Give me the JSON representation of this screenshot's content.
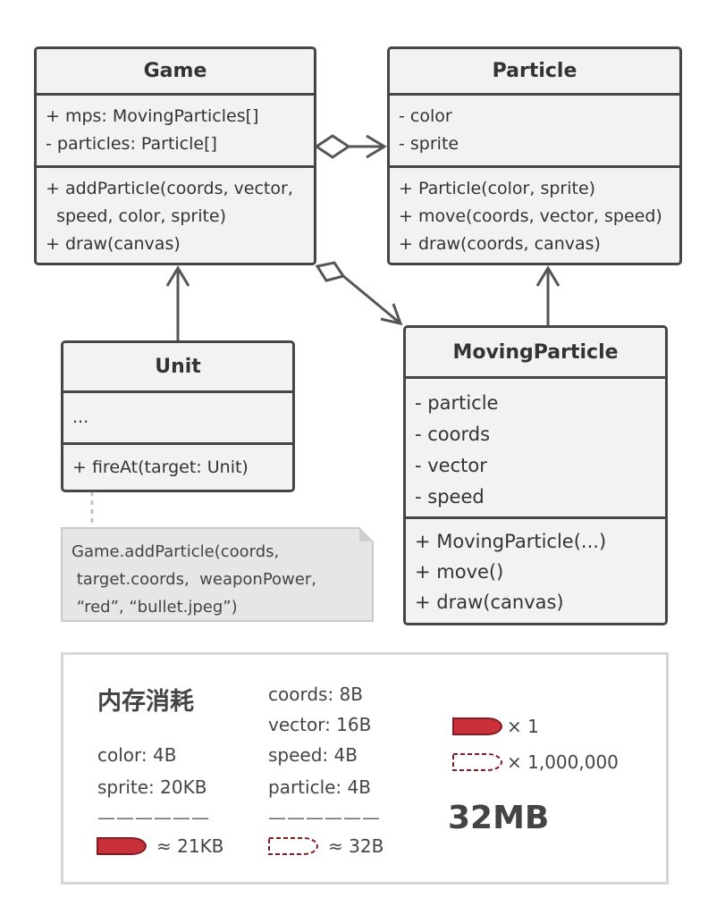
{
  "classes": {
    "game": {
      "name": "Game",
      "fields": [
        "+ mps: MovingParticles[]",
        "- particles: Particle[]"
      ],
      "methods": [
        "+ addParticle(coords, vector,",
        "  speed, color, sprite)",
        "+ draw(canvas)"
      ]
    },
    "particle": {
      "name": "Particle",
      "fields": [
        "- color",
        "- sprite"
      ],
      "methods": [
        "+ Particle(color, sprite)",
        "+ move(coords, vector, speed)",
        "+ draw(coords, canvas)"
      ]
    },
    "unit": {
      "name": "Unit",
      "fields": [
        "..."
      ],
      "methods": [
        "+ fireAt(target: Unit)"
      ]
    },
    "moving_particle": {
      "name": "MovingParticle",
      "fields": [
        "- particle",
        "- coords",
        "- vector",
        "- speed"
      ],
      "methods": [
        "+ MovingParticle(...)",
        "+ move()",
        "+ draw(canvas)"
      ]
    }
  },
  "note": {
    "lines": [
      "Game.addParticle(coords,",
      " target.coords,  weaponPower,",
      " “red”, “bullet.jpeg”)"
    ]
  },
  "legend": {
    "title": "内存消耗",
    "col1": [
      "color: 4B",
      "sprite: 20KB"
    ],
    "col1_total": "≈ 21KB",
    "col2": [
      "coords: 8B",
      "vector: 16B",
      "speed: 4B",
      "particle: 4B"
    ],
    "col2_total": "≈ 32B",
    "count_solid": "× 1",
    "count_dashed": "× 1,000,000",
    "divider": "——————",
    "result": "32MB"
  },
  "colors": {
    "border": "#454545",
    "box_fill": "#f2f2f2",
    "bullet_fill": "#c8303a",
    "bullet_stroke": "#8a1a22"
  }
}
